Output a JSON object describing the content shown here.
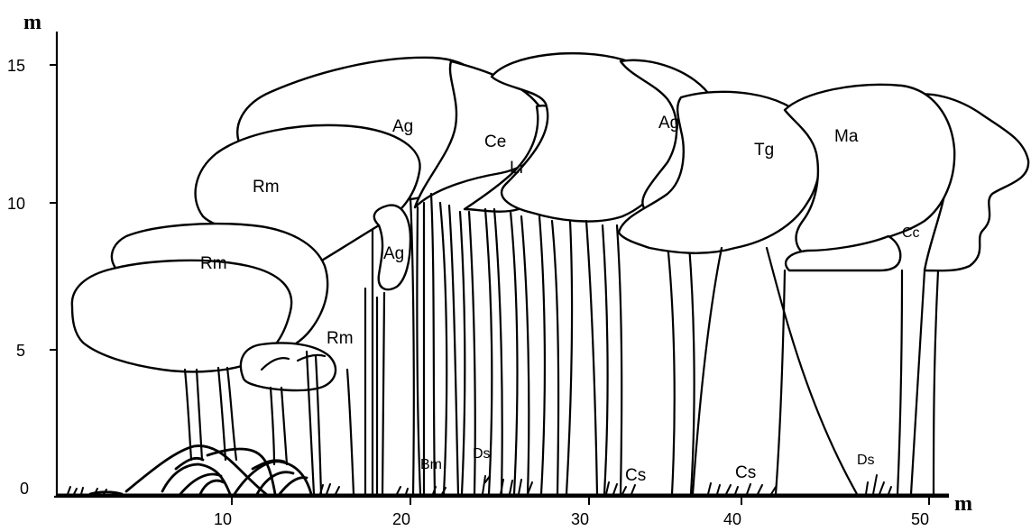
{
  "axes": {
    "y_unit": "m",
    "x_unit": "m",
    "y_ticks": [
      "15",
      "10",
      "5",
      "0"
    ],
    "x_ticks": [
      "10",
      "20",
      "30",
      "40",
      "50"
    ]
  },
  "species_labels": [
    "Ag",
    "Ce",
    "Rm",
    "Lr",
    "Ag",
    "Tg",
    "Ma",
    "Rm",
    "Ag",
    "Cc",
    "Rm",
    "Bm",
    "Ds",
    "Cs",
    "Cs",
    "Ds"
  ]
}
